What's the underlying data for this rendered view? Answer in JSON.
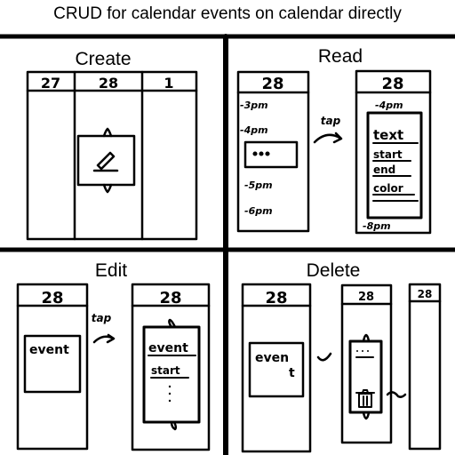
{
  "caption": "CRUD for calendar events on calendar directly",
  "panels": {
    "create": {
      "title": "Create",
      "days": [
        "27",
        "28",
        "1"
      ]
    },
    "read": {
      "title": "Read",
      "day": "28",
      "times": [
        "-3pm",
        "-4pm",
        "-5pm",
        "-6pm"
      ],
      "gesture": "tap",
      "detail_times": [
        "-4pm",
        "-8pm"
      ],
      "detail_fields": [
        "text",
        "start",
        "end",
        "color"
      ]
    },
    "edit": {
      "title": "Edit",
      "day": "28",
      "gesture": "tap",
      "event_label": "event",
      "edit_fields": [
        "event",
        "start"
      ]
    },
    "delete": {
      "title": "Delete",
      "day": "28",
      "event_label": "even",
      "event_label_2": "t"
    }
  },
  "icons": {
    "create_event": "pencil-icon",
    "delete_event": "trash-icon"
  }
}
